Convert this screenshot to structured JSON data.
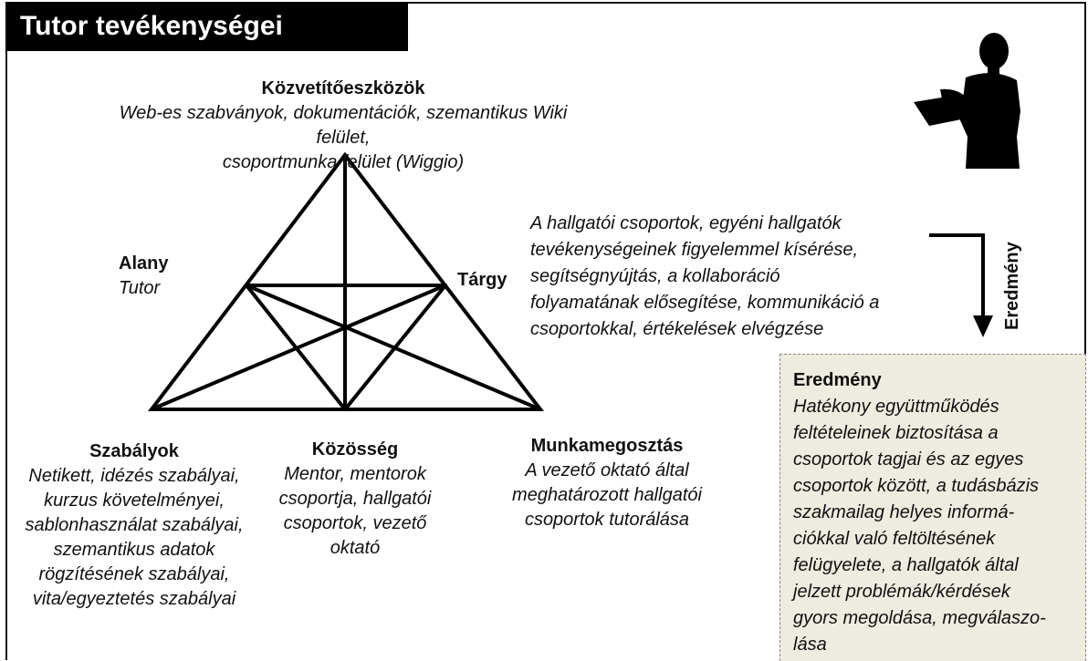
{
  "title": "Tutor tevékenységei",
  "top_node": {
    "head": "Közvetítőeszközök",
    "body_lines": [
      "Web-es szabványok, dokumentációk, szemantikus Wiki felület,",
      "csoportmunka felület (Wiggio)"
    ]
  },
  "subject_node": {
    "head": "Alany",
    "body": "Tutor"
  },
  "object_node": {
    "head": "Tárgy"
  },
  "object_desc_lines": [
    "A hallgatói csoportok, egyéni hallgatók",
    "tevékenységeinek figyelemmel kísérése,",
    "segítségnyújtás, a kollaboráció",
    "folyamatának elősegítése, kommunikáció a",
    "csoportokkal, értékelések elvégzése"
  ],
  "rules_node": {
    "head": "Szabályok",
    "body_lines": [
      "Netikett, idézés szabályai,",
      "kurzus követelményei,",
      "sablonhasználat szabályai,",
      "szemantikus adatok",
      "rögzítésének szabályai,",
      "vita/egyeztetés szabályai"
    ]
  },
  "community_node": {
    "head": "Közösség",
    "body_lines": [
      "Mentor, mentorok",
      "csoportja, hallgatói",
      "csoportok, vezető",
      "oktató"
    ]
  },
  "division_node": {
    "head": "Munkamegosztás",
    "body_lines": [
      "A vezető oktató által",
      "meghatározott hallgatói",
      "csoportok tutorálása"
    ]
  },
  "outcome_arrow_label": "Eredmény",
  "outcome_box": {
    "head": "Eredmény",
    "body_lines": [
      "Hatékony együttműködés",
      "feltételeinek biztosítása a",
      "csoportok tagjai és az egyes",
      "csoportok között, a tudásbázis",
      "szakmailag helyes informá-",
      "ciókkal való feltöltésének",
      "felügyelete, a hallgatók által",
      "jelzett problémák/kérdések",
      "gyors megoldása, megválaszo-",
      "lása"
    ]
  },
  "icons": [
    "person-with-tablet-icon"
  ]
}
